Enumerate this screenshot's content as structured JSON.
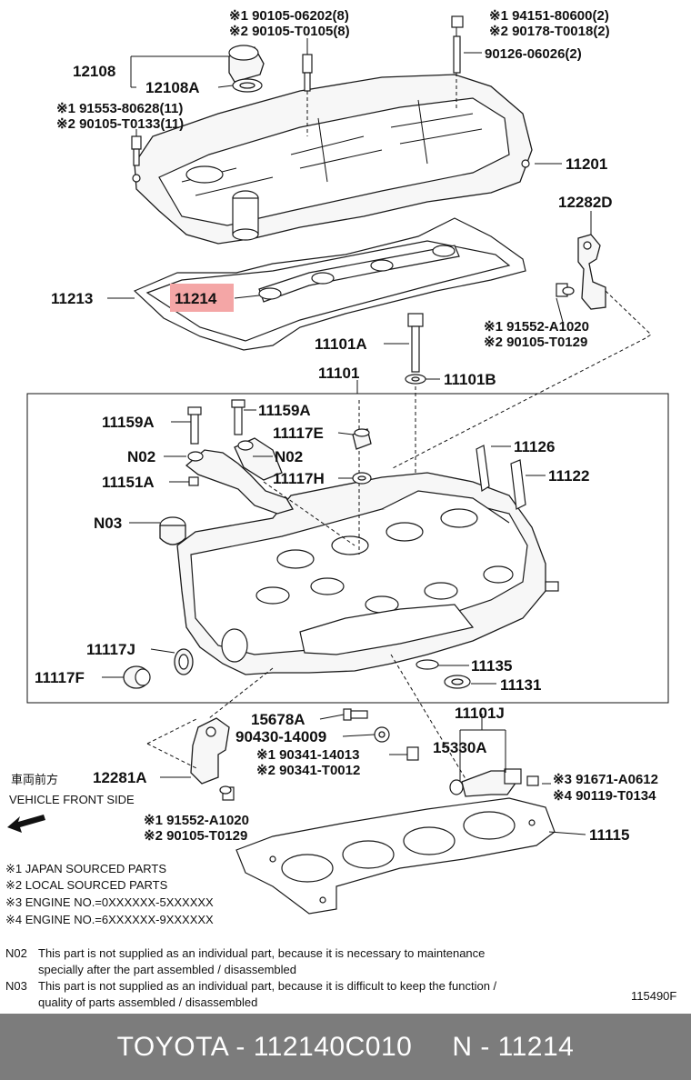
{
  "highlight_color": "#f4a6a6",
  "labels": {
    "p90105_06202": "※1 90105-06202(8)",
    "p90105_t0105": "※2 90105-T0105(8)",
    "p94151": "※1 94151-80600(2)",
    "p90178": "※2 90178-T0018(2)",
    "p90126": "90126-06026(2)",
    "p12108": "12108",
    "p12108a": "12108A",
    "p91553": "※1 91553-80628(11)",
    "p90105_t0133": "※2 90105-T0133(11)",
    "p11201": "11201",
    "p12282d": "12282D",
    "p11213": "11213",
    "p11214": "11214",
    "p91552_a": "※1 91552-A1020",
    "p90105_t0129_a": "※2 90105-T0129",
    "p11101a": "11101A",
    "p11101b": "11101B",
    "p11101": "11101",
    "p11159a_l": "11159A",
    "p11159a_r": "11159A",
    "p11117e": "11117E",
    "p n02_l": "N02",
    "pn02_l": "N02",
    "pn02_r": "N02",
    "p11126": "11126",
    "p11151a": "11151A",
    "p11117h": "11117H",
    "p11122": "11122",
    "pn03": "N03",
    "p11117j": "11117J",
    "p11117f": "11117F",
    "p11135": "11135",
    "p11131": "11131",
    "p15678a": "15678A",
    "p90430": "90430-14009",
    "p11101j": "11101J",
    "p90341_a": "※1 90341-14013",
    "p90341_b": "※2 90341-T0012",
    "p15330a": "15330A",
    "p12281a": "12281A",
    "p91671": "※3 91671-A0612",
    "p90119": "※4 90119-T0134",
    "p91552_b": "※1 91552-A1020",
    "p90105_t0129_b": "※2 90105-T0129",
    "p11115": "11115",
    "direction_jp": "車両前方",
    "direction_en": "VEHICLE FRONT SIDE",
    "diagram_code": "115490F"
  },
  "notes": {
    "n1": "※1 JAPAN SOURCED PARTS",
    "n2": "※2 LOCAL SOURCED PARTS",
    "n3": "※3 ENGINE NO.=0XXXXXX-5XXXXXX",
    "n4": "※4 ENGINE NO.=6XXXXXX-9XXXXXX",
    "n02_code": "N02",
    "n02_line1": "This part is not supplied as an individual part, because it is necessary to maintenance",
    "n02_line2": "specially after the part assembled / disassembled",
    "n03_code": "N03",
    "n03_line1": "This part is not supplied as an individual part, because it is difficult to keep the function /",
    "n03_line2": "quality of parts  assembled / disassembled"
  },
  "footer": {
    "brand_part": "TOYOTA - 112140C010",
    "ref": "N - 11214"
  }
}
